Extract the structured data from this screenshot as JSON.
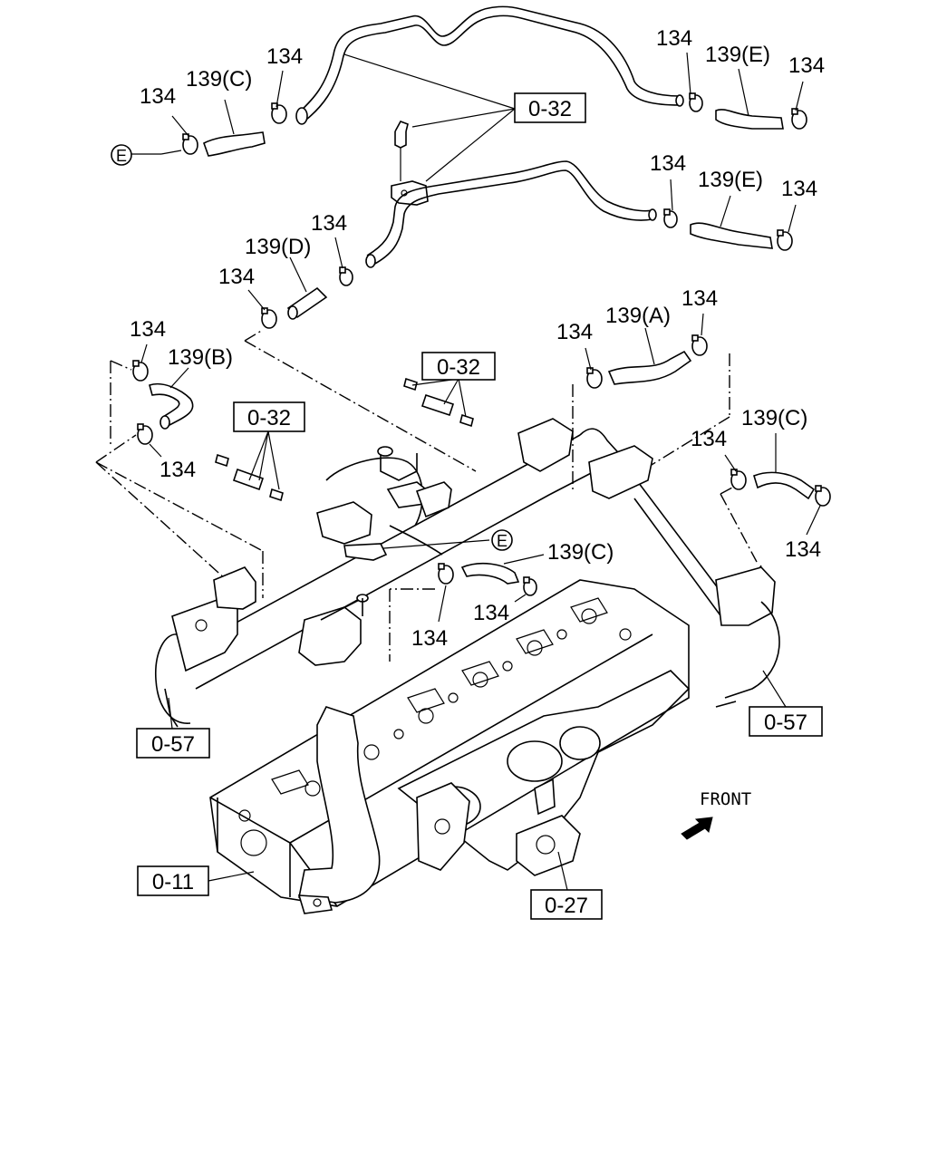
{
  "refs": {
    "r0_32a": "0-32",
    "r0_32b": "0-32",
    "r0_32c": "0-32",
    "r0_57a": "0-57",
    "r0_57b": "0-57",
    "r0_11": "0-11",
    "r0_27": "0-27"
  },
  "labels": {
    "clamp_134": "134",
    "hose_139A": "139(A)",
    "hose_139B": "139(B)",
    "hose_139C": "139(C)",
    "hose_139D": "139(D)",
    "hose_139E": "139(E)",
    "marker_E": "E",
    "front": "FRONT"
  }
}
